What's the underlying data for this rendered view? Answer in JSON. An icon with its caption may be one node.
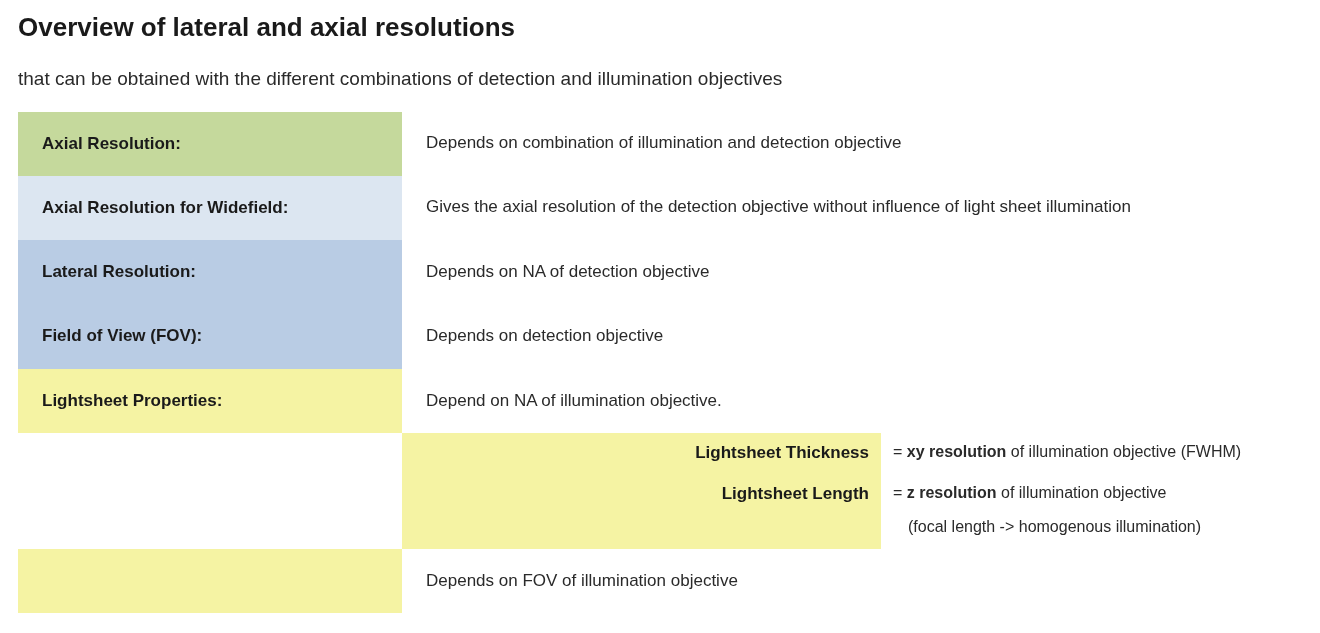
{
  "diagram": {
    "title": "Overview of lateral and axial resolutions",
    "nodes": [
      {
        "text": [
          "Axial Resolution:"
        ]
      },
      {
        "text": [
          "Axial Resolution for Widefield:"
        ]
      },
      {
        "text": [
          "Lateral Resolution:",
          "Field of View (FOV):"
        ]
      },
      {
        "text": [
          "Lightsheet Properties:"
        ]
      },
      {
        "text": [
          "Lightsheet Thickness",
          "Lightsheet Length"
        ]
      },
      {
        "text": [],
        "shape": "box"
      }
    ],
    "labels": [
      "that can be obtained with the different combinations of detection and illumination objectives",
      "Depends on combination of illumination and detection objective",
      "Gives the axial resolution of the detection objective without influence of light sheet illumination",
      "Depends on NA of detection objective",
      "Depends on detection objective",
      "Depend on NA of illumination objective.",
      "= **xy resolution** of illumination objective (FWHM)",
      "= **z resolution** of illumination objective",
      "(focal length -> homogenous illumination)",
      "Depends on FOV of illumination objective"
    ]
  }
}
